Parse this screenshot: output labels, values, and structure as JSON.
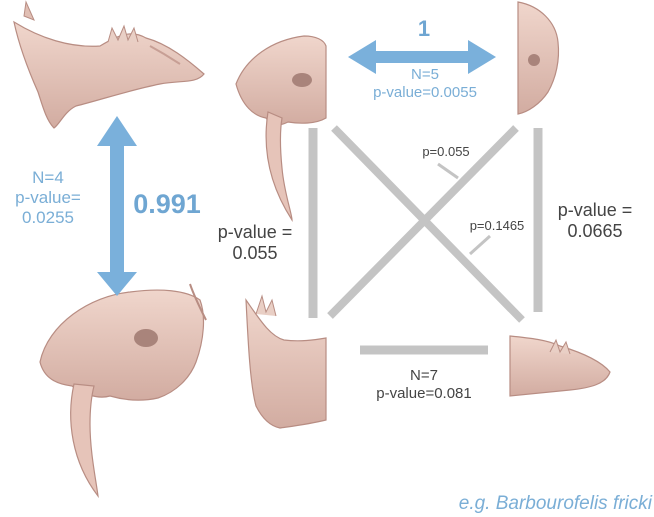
{
  "colors": {
    "blue_accent": "#7aaed6",
    "blue_bold": "#6fa6d2",
    "gray_line": "#c4c4c4",
    "gray_text": "#444444",
    "bone": "#e7c9bf",
    "bone_shade": "#c79f95"
  },
  "comparisons": {
    "left_vertical": {
      "value": "0.991",
      "n_label": "N=4",
      "pvalue_label_line1": "p-value=",
      "pvalue_label_line2": "0.0255"
    },
    "top_horizontal": {
      "value": "1",
      "n_label": "N=5",
      "pvalue_label": "p-value=0.0055"
    },
    "middle_left_vertical": {
      "pvalue_label_line1": "p-value =",
      "pvalue_label_line2": "0.055"
    },
    "right_vertical": {
      "pvalue_label_line1": "p-value =",
      "pvalue_label_line2": "0.0665"
    },
    "diagonal_a": {
      "pvalue_label": "p=0.055"
    },
    "diagonal_b": {
      "pvalue_label": "p=0.1465"
    },
    "bottom_horizontal": {
      "n_label": "N=7",
      "pvalue_label": "p-value=0.081"
    }
  },
  "caption": "e.g. Barbourofelis fricki",
  "skull_icons": [
    "mandible-top-left-icon",
    "skull-top-middle-icon",
    "skull-top-right-icon",
    "skull-bottom-left-icon",
    "mandible-bottom-middle-icon",
    "mandible-bottom-right-icon"
  ]
}
